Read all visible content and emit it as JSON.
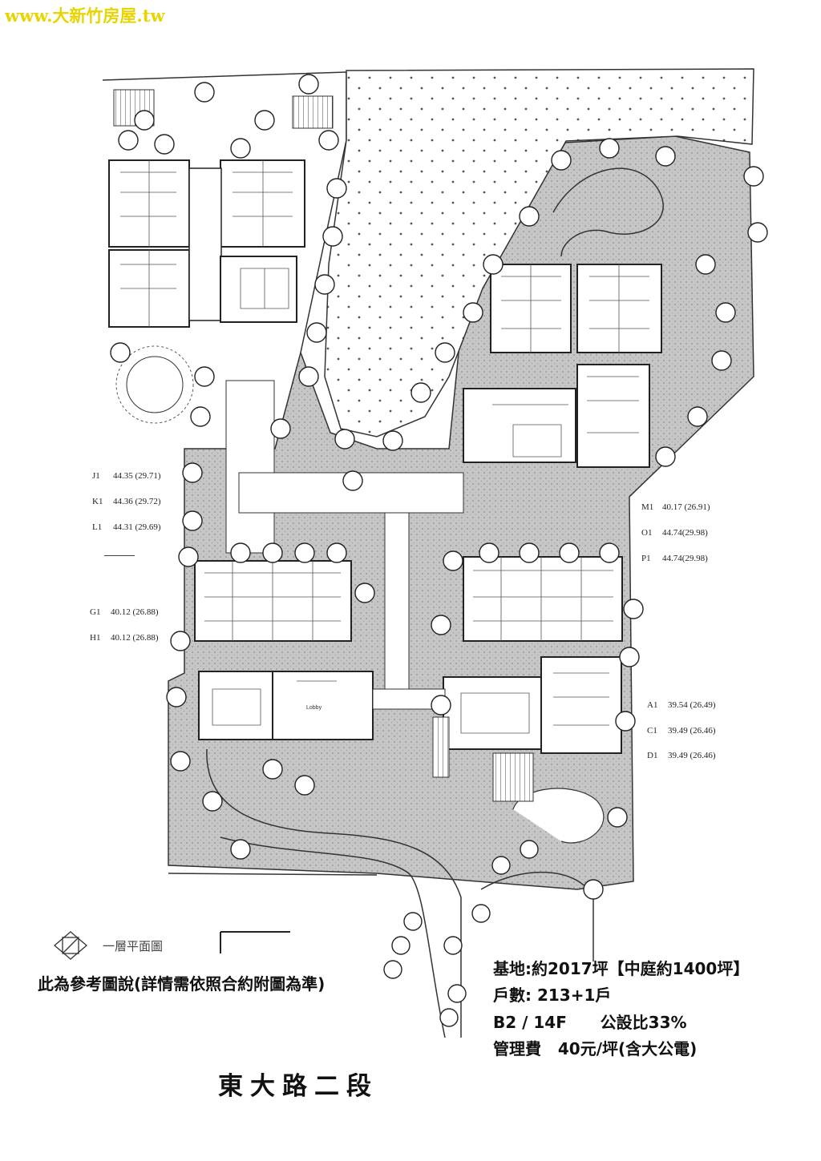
{
  "watermark": "www.大新竹房屋.tw",
  "units_left_top": [
    {
      "code": "J1",
      "value": "44.35 (29.71)"
    },
    {
      "code": "K1",
      "value": "44.36 (29.72)"
    },
    {
      "code": "L1",
      "value": "44.31 (29.69)"
    }
  ],
  "units_left_bottom": [
    {
      "code": "G1",
      "value": "40.12 (26.88)"
    },
    {
      "code": "H1",
      "value": "40.12 (26.88)"
    }
  ],
  "units_right_top": [
    {
      "code": "M1",
      "value": "40.17 (26.91)"
    },
    {
      "code": "O1",
      "value": "44.74(29.98)"
    },
    {
      "code": "P1",
      "value": "44.74(29.98)"
    }
  ],
  "units_right_bottom": [
    {
      "code": "A1",
      "value": "39.54 (26.49)"
    },
    {
      "code": "C1",
      "value": "39.49 (26.46)"
    },
    {
      "code": "D1",
      "value": "39.49 (26.46)"
    }
  ],
  "plan_labels": {
    "lobby": "Lobby"
  },
  "floor_title": "一層平面圖",
  "disclaimer": "此為參考圖說(詳情需依照合約附圖為準)",
  "info": {
    "site": "基地:約2017坪【中庭約1400坪】",
    "units": "戶數: 213+1戶",
    "floors": "B2 / 14F      公設比33%",
    "fee": "管理費   40元/坪(含大公電)"
  },
  "road": "東大路二段",
  "colors": {
    "ground": "#c9c9c9",
    "building": "#ffffff",
    "line": "#333333",
    "watermark": "#e8d400"
  }
}
